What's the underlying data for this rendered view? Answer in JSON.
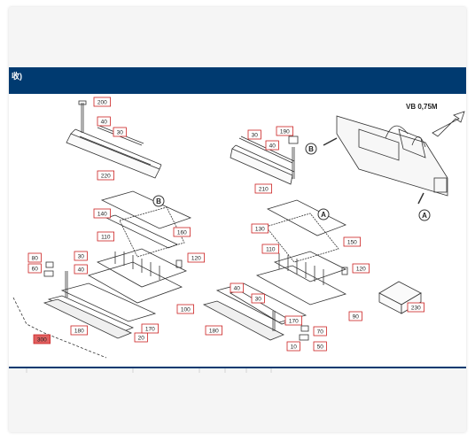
{
  "header": {
    "title": "收)"
  },
  "diagram": {
    "model_label": "VB 0,75M",
    "marks": [
      "A",
      "B"
    ],
    "callouts": [
      "200",
      "40",
      "30",
      "220",
      "30",
      "190",
      "40",
      "210",
      "140",
      "160",
      "110",
      "120",
      "80",
      "30",
      "60",
      "40",
      "100",
      "20",
      "170",
      "180",
      "300",
      "130",
      "150",
      "110",
      "120",
      "40",
      "30",
      "170",
      "180",
      "70",
      "10",
      "50",
      "90",
      "230"
    ]
  },
  "colors": {
    "header_bg": "#003a70",
    "callout_border": "#cc2222",
    "highlight": "#e06060"
  }
}
